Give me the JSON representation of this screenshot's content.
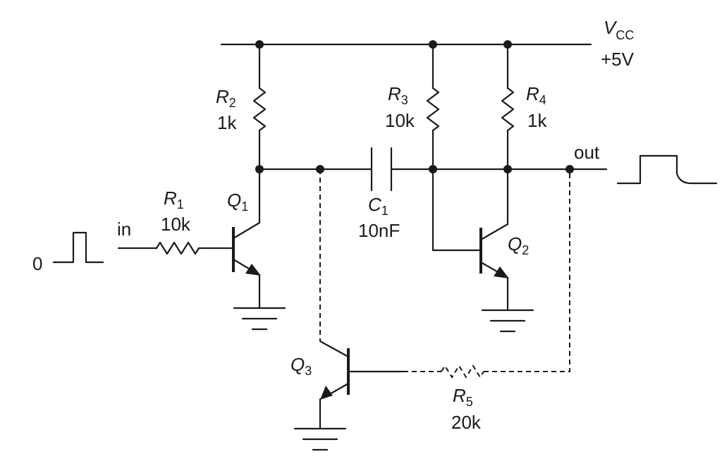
{
  "vcc": {
    "name": "V",
    "sub": "CC",
    "value": "+5V"
  },
  "input_label": "in",
  "input_zero_label": "0",
  "output_label": "out",
  "components": {
    "R1": {
      "name": "R",
      "sub": "1",
      "value": "10k"
    },
    "R2": {
      "name": "R",
      "sub": "2",
      "value": "1k"
    },
    "R3": {
      "name": "R",
      "sub": "3",
      "value": "10k"
    },
    "R4": {
      "name": "R",
      "sub": "4",
      "value": "1k"
    },
    "R5": {
      "name": "R",
      "sub": "5",
      "value": "20k"
    },
    "C1": {
      "name": "C",
      "sub": "1",
      "value": "10nF"
    },
    "Q1": {
      "name": "Q",
      "sub": "1"
    },
    "Q2": {
      "name": "Q",
      "sub": "2"
    },
    "Q3": {
      "name": "Q",
      "sub": "3"
    }
  }
}
